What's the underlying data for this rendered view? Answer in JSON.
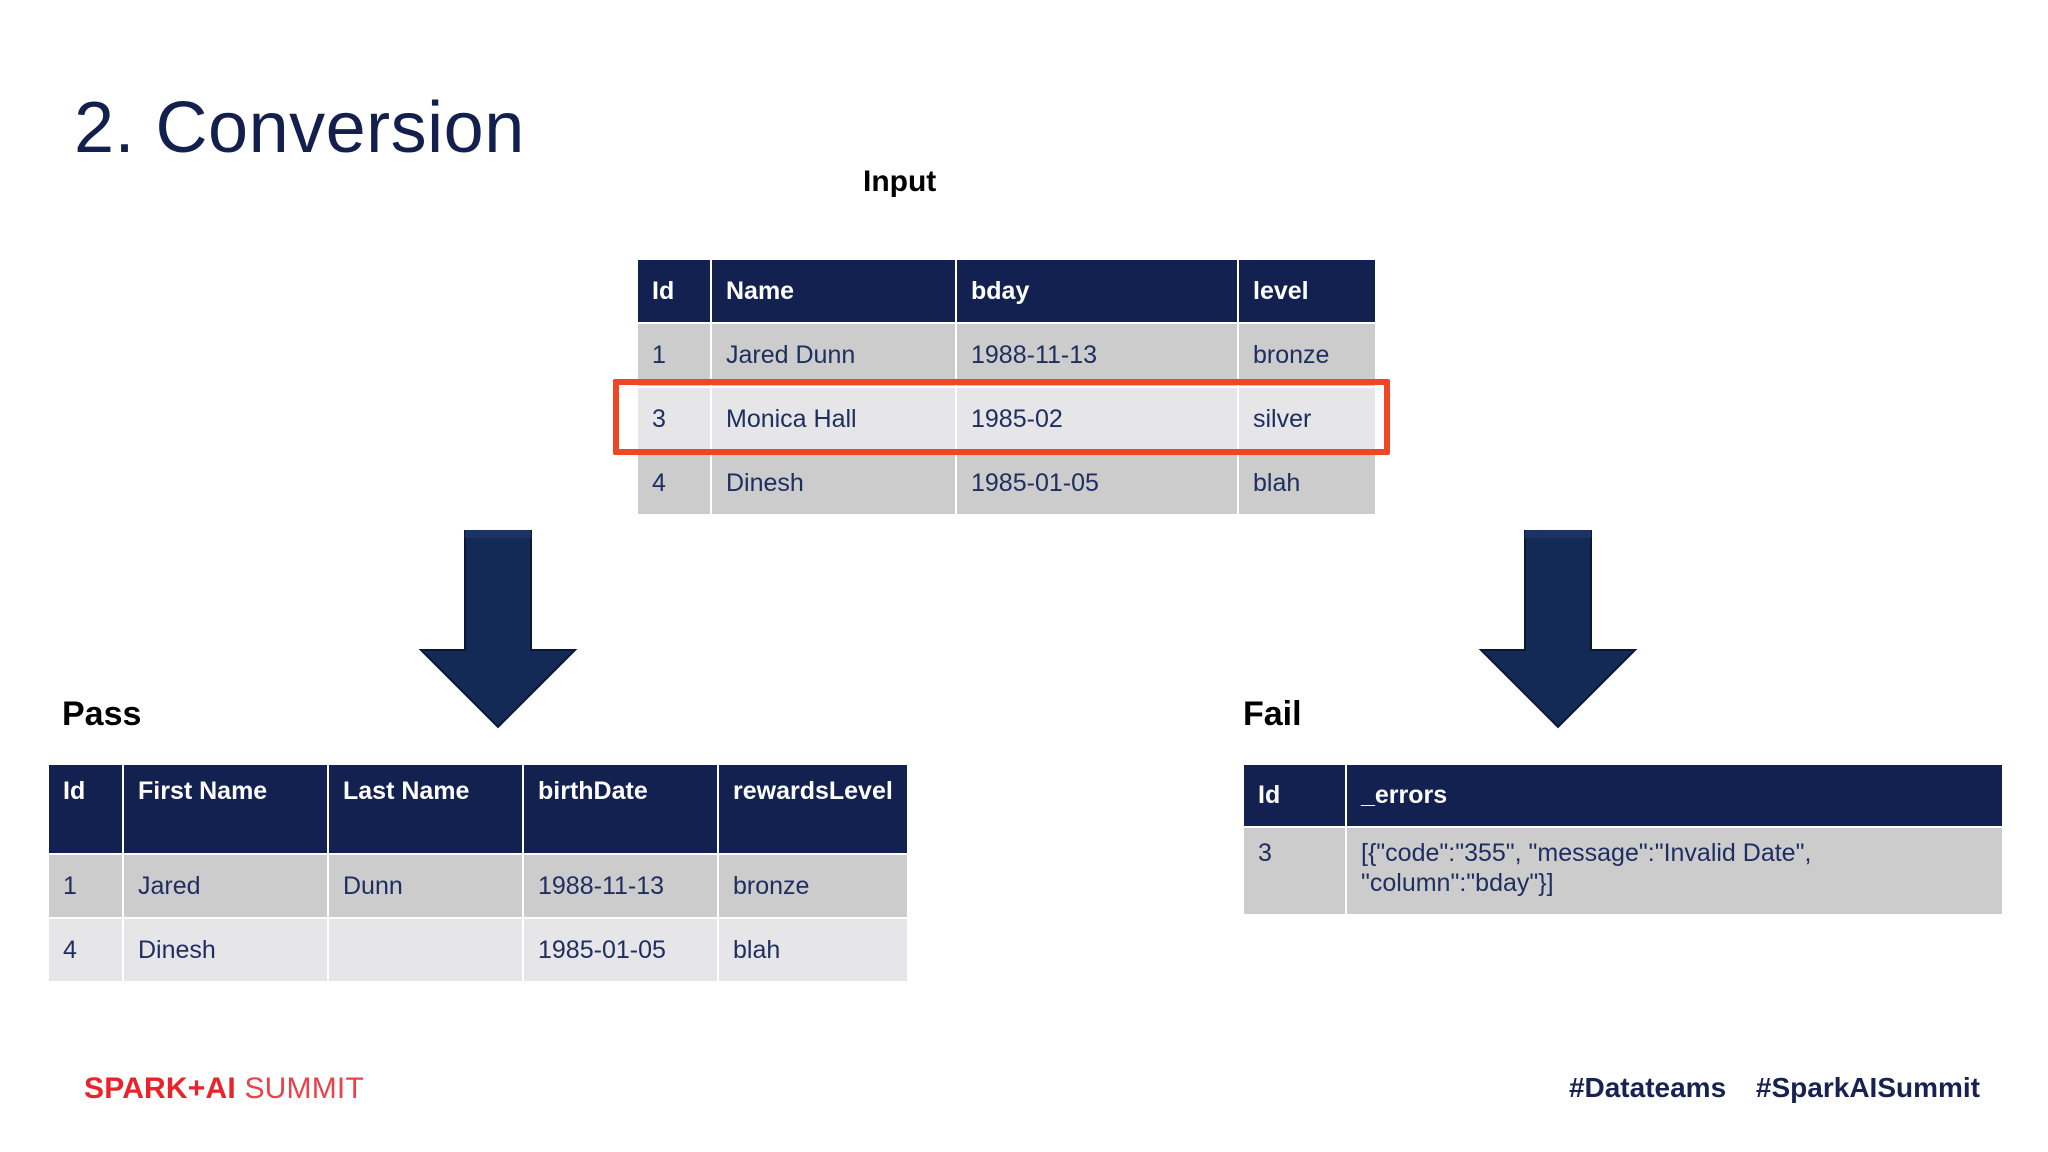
{
  "slide": {
    "title": "2. Conversion",
    "title_color": "#131F4D",
    "background": "#ffffff"
  },
  "captions": {
    "input": "Input",
    "pass": "Pass",
    "fail": "Fail"
  },
  "colors": {
    "header_navy": "#122150",
    "row_dark": "#CCCCCC",
    "row_light": "#E6E6E8",
    "cell_text": "#1F2E60",
    "highlight_red": "#F04623",
    "arrow_navy": "#132A57",
    "logo_red": "#E8232A",
    "hashtag_navy": "#182252"
  },
  "input_table": {
    "columns": [
      "Id",
      "Name",
      "bday",
      "level"
    ],
    "rows": [
      {
        "shade": "dark",
        "cells": [
          "1",
          "Jared Dunn",
          "1988-11-13",
          "bronze"
        ]
      },
      {
        "shade": "light",
        "cells": [
          "3",
          "Monica Hall",
          "1985-02",
          "silver"
        ]
      },
      {
        "shade": "dark",
        "cells": [
          "4",
          "Dinesh",
          "1985-01-05",
          "blah"
        ]
      }
    ],
    "highlighted_row_index": 1
  },
  "pass_table": {
    "columns": [
      "Id",
      "First Name",
      "Last Name",
      "birthDate",
      "rewardsLevel"
    ],
    "rows": [
      {
        "shade": "dark",
        "cells": [
          "1",
          "Jared",
          "Dunn",
          "1988-11-13",
          "bronze"
        ]
      },
      {
        "shade": "light",
        "cells": [
          "4",
          "Dinesh",
          "",
          "1985-01-05",
          "blah"
        ]
      }
    ]
  },
  "fail_table": {
    "columns": [
      "Id",
      "_errors"
    ],
    "rows": [
      {
        "shade": "dark",
        "cells": [
          "3",
          "[{\"code\":\"355\", \"message\":\"Invalid Date\", \"column\":\"bday\"}]"
        ]
      }
    ]
  },
  "arrows": [
    {
      "name": "flow-arrow-pass",
      "direction": "down"
    },
    {
      "name": "flow-arrow-fail",
      "direction": "down"
    }
  ],
  "footer": {
    "logo_bold": "SPARK+AI",
    "logo_light": "SUMMIT",
    "hashtags": [
      "#Datateams",
      "#SparkAISummit"
    ]
  }
}
